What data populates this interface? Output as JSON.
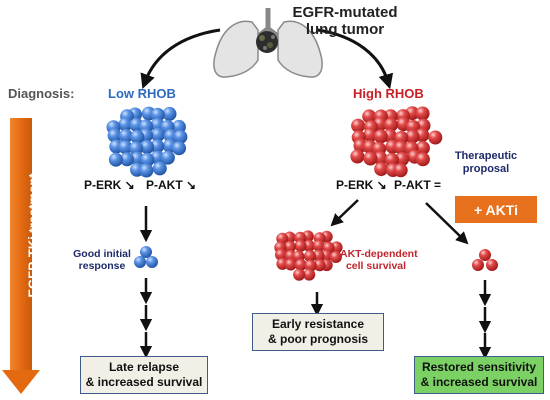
{
  "title": {
    "line1": "EGFR-mutated",
    "line2": "lung tumor"
  },
  "diagnosis_label": "Diagnosis:",
  "low_rhob": {
    "label": "Low RHOB",
    "perk": "P-ERK ↘",
    "pakt": "P-AKT ↘",
    "response": {
      "line1": "Good initial",
      "line2": "response"
    },
    "outcome": {
      "line1": "Late relapse",
      "line2": "& increased survival"
    }
  },
  "high_rhob": {
    "label": "High RHOB",
    "perk": "P-ERK ↘",
    "pakt": "P-AKT =",
    "akt_survival": {
      "line1": "AKT-dependent",
      "line2": "cell survival"
    },
    "early_outcome": {
      "line1": "Early resistance",
      "line2": "& poor prognosis"
    },
    "therapeutic": {
      "line1": "Therapeutic",
      "line2": "proposal"
    },
    "akti": "+ AKTi",
    "restored": {
      "line1": "Restored sensitivity",
      "line2": "& increased survival"
    }
  },
  "treatment_axis": "EGFR-TKi treatment",
  "colors": {
    "blue": "#2e6bbd",
    "red": "#c81f25",
    "orange": "#e8711e",
    "green": "#7bd164",
    "box": "#f1efe6"
  }
}
